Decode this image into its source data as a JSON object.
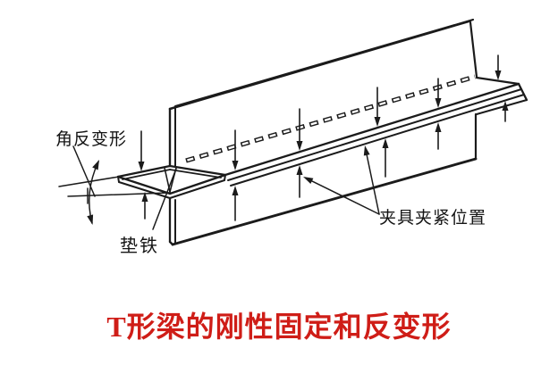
{
  "diagram": {
    "annotations": {
      "angle_label": "角反变形",
      "shim_label": "垫铁",
      "clamp_label": "夹具夹紧位置"
    },
    "caption": {
      "title": "T形梁的刚性固定和反变形"
    },
    "colors": {
      "line_color": "#1b1b1b",
      "caption_color": "#cf1d17",
      "background": "#ffffff"
    }
  }
}
